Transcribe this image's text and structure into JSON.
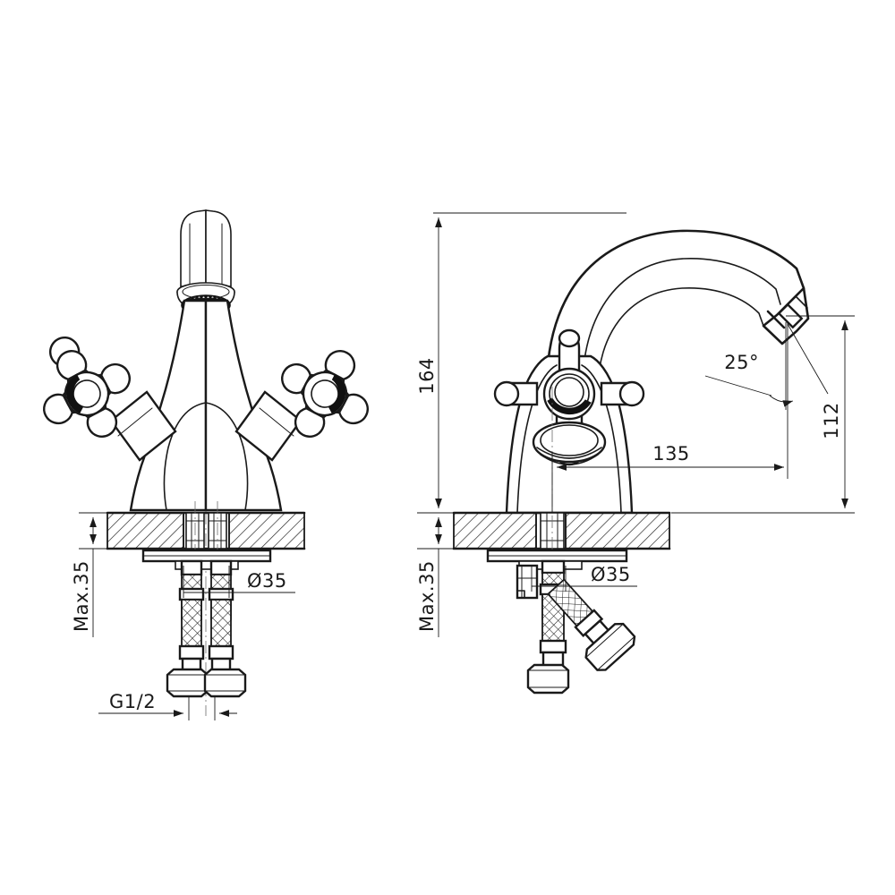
{
  "drawing": {
    "type": "technical-line-drawing",
    "subject": "two-handle basin mixer tap, front view and side view with installation cross-section",
    "background_color": "#ffffff",
    "line_color": "#1a1a1a",
    "units_note": "millimetres (implied, unmarked)"
  },
  "views": {
    "left": {
      "name": "front-elevation",
      "description": "front view of dual cross-handle basin mixer with aerator outlet, mounted through countertop, two braided flexible hoses"
    },
    "right": {
      "name": "side-elevation",
      "description": "side view of basin mixer with curved swan-neck spout, cross handle head-on, countertop cross-section and braided hoses"
    }
  },
  "dimensions": {
    "height_overall": {
      "label": "164",
      "view": "right",
      "orientation": "vertical",
      "rotated": true
    },
    "spout_height": {
      "label": "112",
      "view": "right",
      "orientation": "vertical",
      "rotated": true
    },
    "spout_reach": {
      "label": "135",
      "view": "right",
      "orientation": "horizontal",
      "rotated": false
    },
    "spout_angle": {
      "label": "25°",
      "view": "right",
      "orientation": "angular"
    },
    "mounting_thickness_left": {
      "label": "Max.35",
      "view": "left",
      "orientation": "vertical",
      "rotated": true
    },
    "mounting_thickness_right": {
      "label": "Max.35",
      "view": "right",
      "orientation": "vertical",
      "rotated": true
    },
    "mounting_hole_left": {
      "label": "Ø35",
      "view": "left",
      "orientation": "leader"
    },
    "mounting_hole_right": {
      "label": "Ø35",
      "view": "right",
      "orientation": "leader"
    },
    "thread_size": {
      "label": "G1/2",
      "view": "left",
      "orientation": "leader"
    }
  },
  "labels": {
    "d164": "164",
    "d112": "112",
    "d135": "135",
    "angle25": "25°",
    "max35_left": "Max.35",
    "max35_right": "Max.35",
    "dia35_left": "Ø35",
    "dia35_right": "Ø35",
    "g12": "G1/2"
  }
}
